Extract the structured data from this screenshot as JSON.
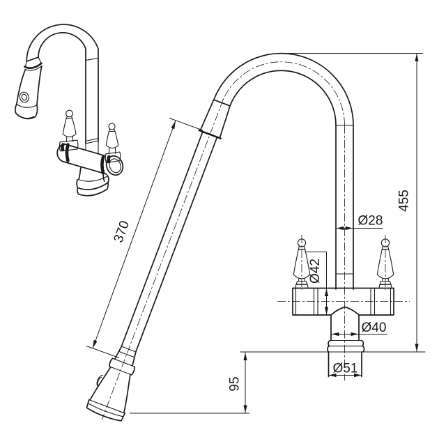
{
  "drawing": {
    "background_color": "#ffffff",
    "line_color": "#1a1a1a",
    "dimensions": {
      "hose_length": "370",
      "overall_height": "455",
      "under_reach": "95",
      "spout_tube_diameter": "Ø28",
      "body_diameter": "Ø42",
      "outlet_diameter": "Ø40",
      "base_diameter": "Ø51"
    }
  }
}
